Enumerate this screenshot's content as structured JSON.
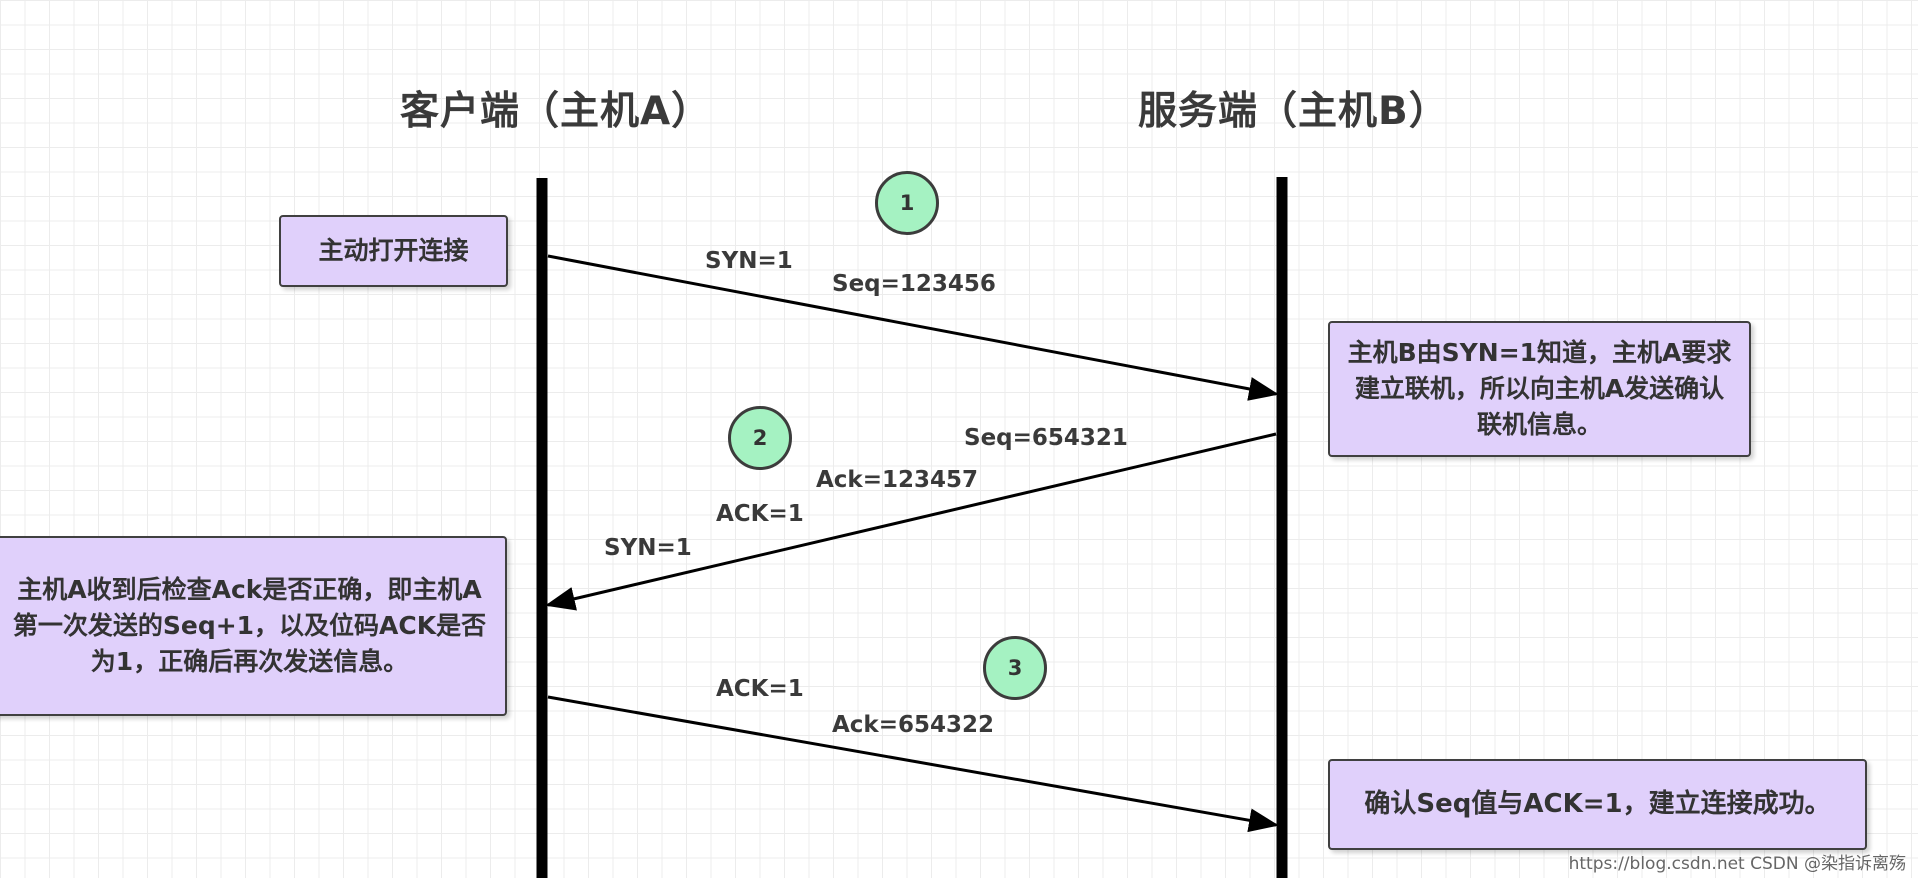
{
  "headings": {
    "client": "客户端（主机A）",
    "server": "服务端（主机B）"
  },
  "notes": {
    "client_open": "主动打开连接",
    "server_note": "主机B由SYN=1知道，主机A要求建立联机，所以向主机A发送确认联机信息。",
    "client_check": "主机A收到后检查Ack是否正确，即主机A第一次发送的Seq+1，以及位码ACK是否为1，正确后再次发送信息。",
    "success": "确认Seq值与ACK=1，建立连接成功。"
  },
  "steps": [
    "1",
    "2",
    "3"
  ],
  "messages": {
    "m1": {
      "syn": "SYN=1",
      "seq": "Seq=123456"
    },
    "m2": {
      "seq": "Seq=654321",
      "ack": "Ack=123457",
      "ack_flag": "ACK=1",
      "syn": "SYN=1"
    },
    "m3": {
      "ack_flag": "ACK=1",
      "ack": "Ack=654322"
    }
  },
  "watermark": "https://blog.csdn.net  CSDN @染指诉离殇",
  "colors": {
    "note_fill": "#e0d0fb",
    "step_fill": "#a5f2c2",
    "line": "#000000"
  }
}
